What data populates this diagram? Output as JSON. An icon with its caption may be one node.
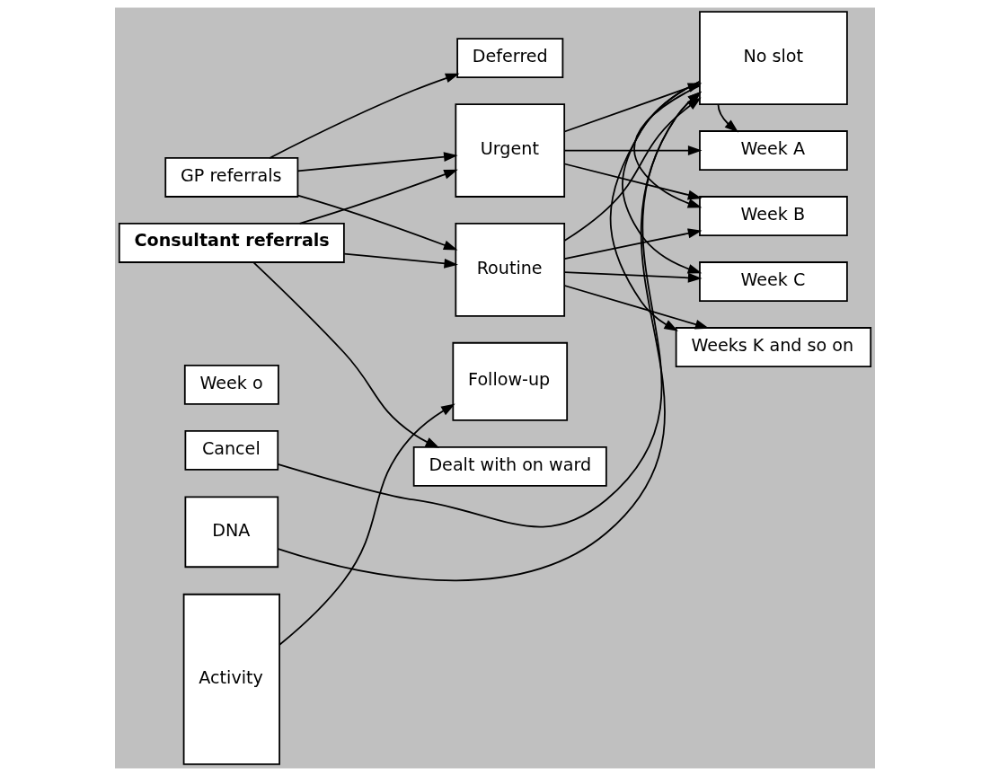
{
  "diagram": {
    "nodes": [
      {
        "text": [
          "Deferred"
        ]
      },
      {
        "text": [
          "Week o"
        ]
      },
      {
        "text": [
          "No slot"
        ]
      },
      {
        "text": [
          "Cancel"
        ]
      },
      {
        "text": [
          "GP referrals"
        ]
      },
      {
        "text": [
          "Urgent"
        ]
      },
      {
        "text": [
          "DNA"
        ]
      },
      {
        "text": [
          "Week A"
        ]
      },
      {
        "text": [
          "Week B"
        ]
      },
      {
        "text": [
          "Routine"
        ]
      },
      {
        "text": [
          "Week C"
        ]
      },
      {
        "text": [
          "Activity"
        ]
      },
      {
        "text": [
          "Consultant referrals"
        ]
      },
      {
        "text": [
          "Follow-up"
        ]
      },
      {
        "text": [
          "Weeks K and so on"
        ]
      },
      {
        "text": [
          "Dealt with on ward"
        ]
      }
    ],
    "edges": [
      {
        "from": 4,
        "to": 0,
        "arrow": "to"
      },
      {
        "from": 4,
        "to": 5,
        "arrow": "to"
      },
      {
        "from": 4,
        "to": 9,
        "arrow": "to"
      },
      {
        "from": 12,
        "to": 5,
        "arrow": "to"
      },
      {
        "from": 12,
        "to": 9,
        "arrow": "to"
      },
      {
        "from": 12,
        "to": 15,
        "arrow": "to"
      },
      {
        "from": 5,
        "to": 2,
        "arrow": "to"
      },
      {
        "from": 5,
        "to": 7,
        "arrow": "to"
      },
      {
        "from": 5,
        "to": 8,
        "arrow": "to"
      },
      {
        "from": 9,
        "to": 2,
        "arrow": "to"
      },
      {
        "from": 9,
        "to": 8,
        "arrow": "to"
      },
      {
        "from": 9,
        "to": 10,
        "arrow": "to"
      },
      {
        "from": 9,
        "to": 14,
        "arrow": "to"
      },
      {
        "from": 3,
        "to": 2,
        "arrow": "to"
      },
      {
        "from": 6,
        "to": 2,
        "arrow": "to"
      },
      {
        "from": 2,
        "to": 7,
        "arrow": "to"
      },
      {
        "from": 2,
        "to": 8,
        "arrow": "to"
      },
      {
        "from": 2,
        "to": 10,
        "arrow": "to"
      },
      {
        "from": 2,
        "to": 14,
        "arrow": "to"
      },
      {
        "from": 11,
        "to": 13,
        "arrow": "to"
      }
    ]
  }
}
